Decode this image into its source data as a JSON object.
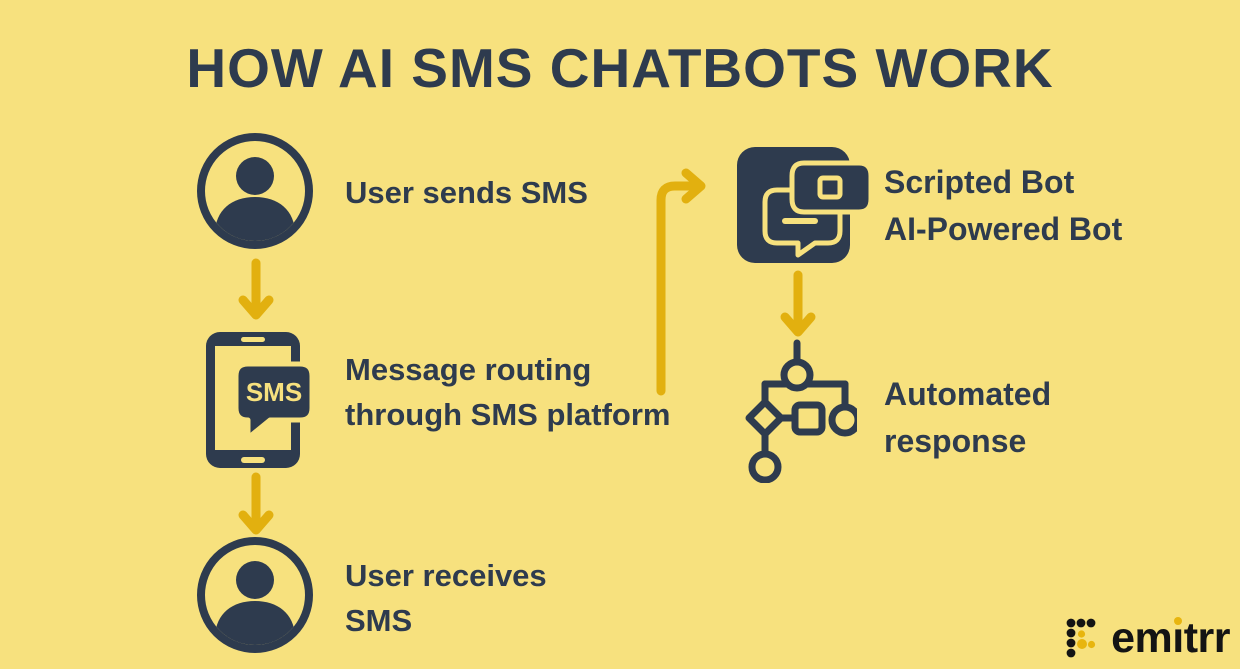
{
  "title": "HOW AI SMS CHATBOTS WORK",
  "colors": {
    "background": "#F7E17E",
    "ink_navy": "#2E3B4E",
    "arrow_gold": "#E2B00F",
    "logo_black": "#141414",
    "logo_gold": "#E8B50E"
  },
  "left_flow": {
    "step1_label": "User sends SMS",
    "step2_line1": "Message routing",
    "step2_line2": "through SMS platform",
    "step3_line1": "User receives",
    "step3_line2": "SMS"
  },
  "right_flow": {
    "step1_line1": "Scripted Bot",
    "step1_line2": "AI-Powered Bot",
    "step2_line1": "Automated",
    "step2_line2": "response"
  },
  "phone_icon": {
    "bubble_text": "SMS"
  },
  "logo": {
    "word_start": "em",
    "word_i": "ı",
    "word_end": "trr"
  }
}
